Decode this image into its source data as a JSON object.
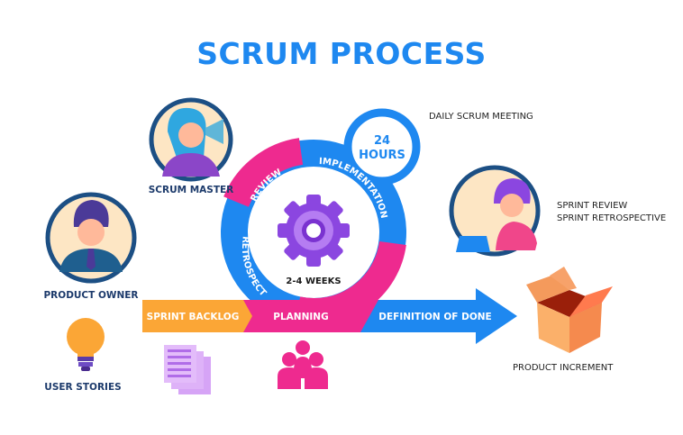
{
  "title": "SCRUM PROCESS",
  "roles": {
    "scrum_master": "SCRUM MASTER",
    "product_owner": "PRODUCT OWNER",
    "user_stories": "USER STORIES"
  },
  "daily": {
    "label": "DAILY SCRUM MEETING",
    "duration_value": "24",
    "duration_unit": "HOURS"
  },
  "sprint_events": {
    "line1": "SPRINT REVIEW",
    "line2": "SPRINT RETROSPECTIVE"
  },
  "cycle": {
    "segments": [
      "REVIEW",
      "IMPLEMENTATION",
      "RETROSPECT"
    ],
    "center_label": "2-4 WEEKS"
  },
  "flow": {
    "backlog": "SPRINT BACKLOG",
    "planning": "PLANNING",
    "done": "DEFINITION OF DONE"
  },
  "output": {
    "label": "PRODUCT INCREMENT"
  },
  "colors": {
    "blue": "#1e88f0",
    "pink": "#ee2a8f",
    "orange": "#fba636",
    "navy": "#1c4f84",
    "purple": "#8b46e0",
    "skin_bg": "#fde6c4"
  }
}
